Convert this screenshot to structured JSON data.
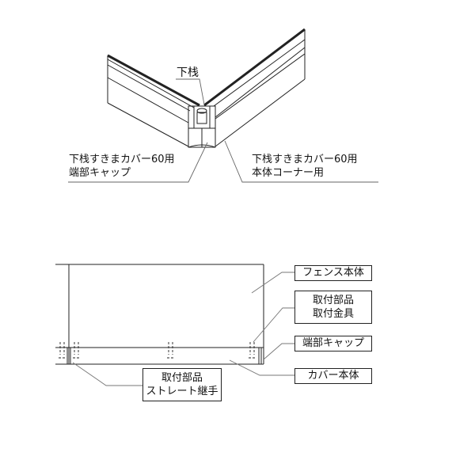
{
  "top_diagram": {
    "labels": {
      "lower_rail": "下栈",
      "left_callout_line1": "下栈すきまカバー60用",
      "left_callout_line2": "端部キャップ",
      "right_callout_line1": "下栈すきまカバー60用",
      "right_callout_line2": "本体コーナー用"
    }
  },
  "bottom_diagram": {
    "labels": {
      "fence_body": "フェンス本体",
      "mount_parts_line1": "取付部品",
      "mount_parts_line2": "取付金具",
      "end_cap": "端部キャップ",
      "cover_body": "カバー本体",
      "straight_joint_line1": "取付部品",
      "straight_joint_line2": "ストレート継手"
    }
  },
  "colors": {
    "line": "#222222",
    "leader": "#777777",
    "background": "#ffffff"
  }
}
